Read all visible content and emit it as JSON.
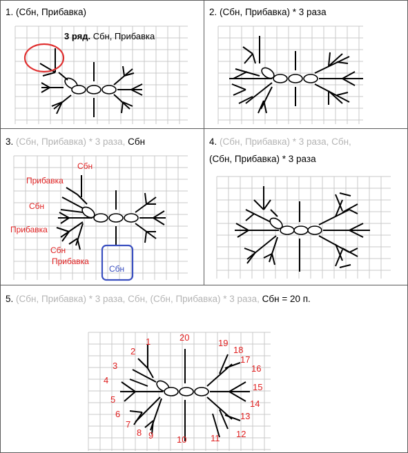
{
  "panels": [
    {
      "caption": "1. (Сбн, Прибавка)",
      "annotation_bold": "3 ряд.",
      "annotation_normal": "Сбн, Прибавка"
    },
    {
      "caption": "2. (Сбн, Прибавка) * 3 раза"
    },
    {
      "caption_number": "3.",
      "caption_gray": "(Сбн, Прибавка) * 3 раза,",
      "caption_black": "Сбн",
      "labels": [
        "Сбн",
        "Прибавка",
        "Сбн",
        "Прибавка",
        "Сбн",
        "Прибавка"
      ],
      "box_label": "Сбн"
    },
    {
      "caption_number": "4.",
      "caption_gray": "(Сбн, Прибавка) * 3 раза, Сбн,",
      "caption_line2": "(Сбн, Прибавка) * 3 раза"
    },
    {
      "caption_number": "5.",
      "caption_gray": "(Сбн, Прибавка) * 3 раза, Сбн,  (Сбн, Прибавка) * 3 раза,",
      "caption_black": "Сбн = 20 п.",
      "numbers": [
        "1",
        "2",
        "3",
        "4",
        "5",
        "6",
        "7",
        "8",
        "9",
        "10",
        "11",
        "12",
        "13",
        "14",
        "15",
        "16",
        "17",
        "18",
        "19",
        "20"
      ]
    }
  ],
  "colors": {
    "border": "#5a5a5a",
    "grid": "#c8c8c8",
    "ink": "#000000",
    "red": "#e02020",
    "circle": "#e03030",
    "box": "#3a4fc0",
    "gray_text": "#b4b4b4"
  }
}
